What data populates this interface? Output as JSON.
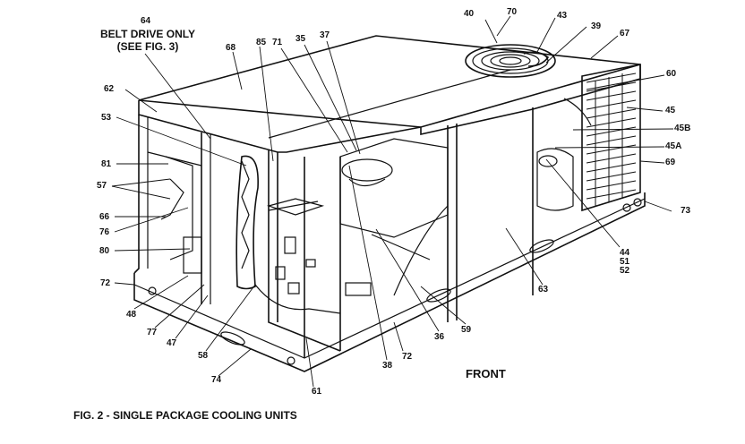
{
  "figure": {
    "caption": "FIG. 2 - SINGLE PACKAGE COOLING UNITS",
    "orientation": "FRONT",
    "note_number": "64",
    "note_line1": "BELT DRIVE ONLY",
    "note_line2": "(SEE FIG. 3)"
  },
  "labels": {
    "n40": "40",
    "n70": "70",
    "n43": "43",
    "n39": "39",
    "n67": "67",
    "n68": "68",
    "n85": "85",
    "n71": "71",
    "n35": "35",
    "n37": "37",
    "n62": "62",
    "n60": "60",
    "n45": "45",
    "n45b": "45B",
    "n45a": "45A",
    "n53": "53",
    "n69": "69",
    "n81": "81",
    "n57": "57",
    "n66": "66",
    "n76": "76",
    "n80": "80",
    "n73": "73",
    "n72a": "72",
    "n48": "48",
    "n77": "77",
    "n47": "47",
    "n58": "58",
    "n74": "74",
    "n61": "61",
    "n38": "38",
    "n72b": "72",
    "n36": "36",
    "n59": "59",
    "n63": "63",
    "n44": "44",
    "n51": "51",
    "n52": "52"
  }
}
